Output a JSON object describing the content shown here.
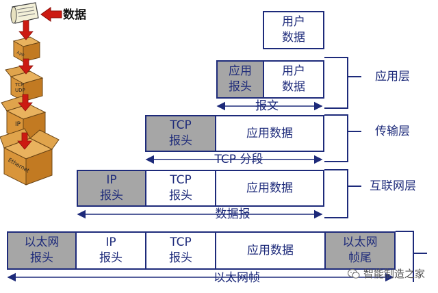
{
  "icon_caption": "数据",
  "box_labels": [
    "TCP\nUDP",
    "IP",
    "Ethernet"
  ],
  "user_data": "用户\n数据",
  "app_header": "应用\n报头",
  "tcp_header": "TCP\n报头",
  "ip_header": "IP\n报头",
  "eth_header": "以太网\n报头",
  "eth_trailer": "以太网\n帧尾",
  "app_data": "应用数据",
  "units": {
    "message": "报文",
    "segment": "TCP 分段",
    "datagram": "数据报",
    "frame": "以太网帧"
  },
  "layers": {
    "application": "应用层",
    "transport": "传输层",
    "internet": "互联网层"
  },
  "watermark": "智能制造之家",
  "colors": {
    "ink": "#1d2a7a",
    "header_fill": "#a6a6a6"
  }
}
